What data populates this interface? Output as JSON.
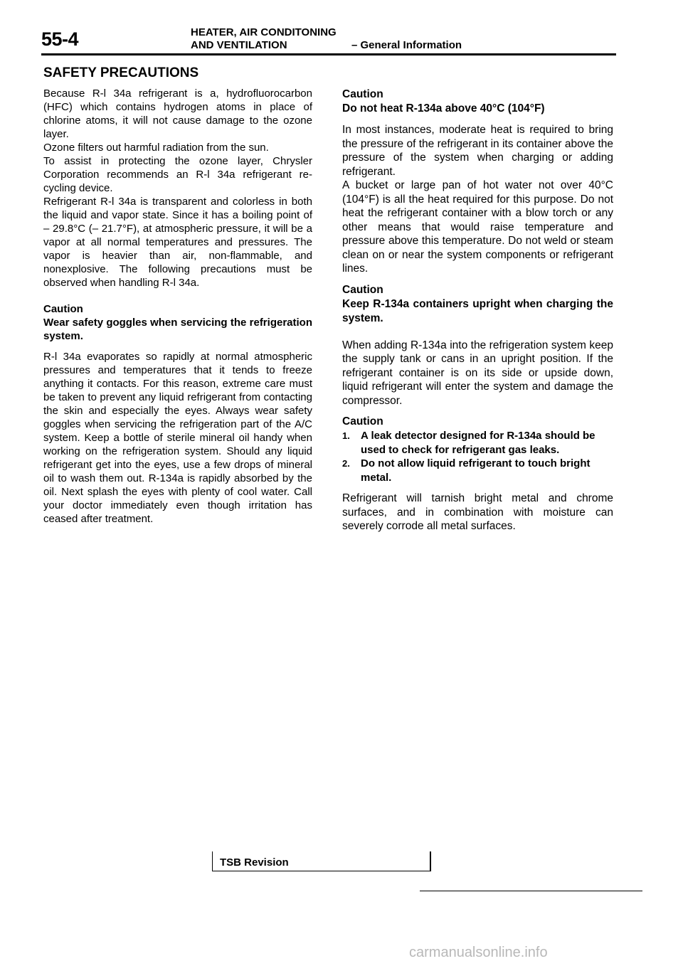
{
  "header": {
    "page_number": "55-4",
    "title_line1": "HEATER, AIR CONDITONING",
    "title_line2": "AND VENTILATION",
    "section": "– General Information"
  },
  "left_column": {
    "heading": "SAFETY PRECAUTIONS",
    "para1": "Because R-l 34a refrigerant is a, hydrofluorocarbon (HFC) which contains hydrogen atoms in place of chlorine atoms, it will not cause damage to the ozone layer.",
    "para2": "Ozone filters out harmful radiation from the sun.",
    "para3": "To assist in protecting the ozone layer, Chrysler Corporation recommends an R-l 34a refrigerant re-cycling device.",
    "para4": "Refrigerant R-l 34a is transparent and colorless in both the liquid and vapor state. Since it has a boiling point of – 29.8°C (– 21.7°F), at atmospheric pressure, it will be a vapor at all normal temperatures and pressures. The vapor is heavier than air, non-flammable, and nonexplosive. The following precautions must be observed when handling R-l 34a.",
    "caution_label": "Caution",
    "caution_text": "Wear safety goggles when servicing the refrigeration system.",
    "para5": "R-l 34a evaporates so rapidly at normal atmospheric pressures and temperatures that it tends to freeze anything it contacts. For this reason, extreme care must be taken to prevent any liquid refrigerant from contacting the skin and especially the eyes. Always wear safety goggles when servicing the refrigeration part of the A/C system. Keep a bottle of sterile mineral oil handy when working on the refrigeration system. Should any liquid refrigerant get into the eyes, use a few drops of mineral oil to wash them out. R-134a is rapidly absorbed by the oil. Next splash the eyes with plenty of cool water. Call your doctor immediately even though irritation has ceased after treatment."
  },
  "right_column": {
    "caution1_label": "Caution",
    "caution1_text": "Do not heat R-134a above 40°C (104°F)",
    "para1": "In most instances, moderate heat is required to bring the pressure of the refrigerant in its container above the pressure of the system when charging or adding refrigerant.",
    "para2": "A bucket or large pan of hot water not over 40°C (104°F) is all the heat required for this purpose. Do not heat the refrigerant container with a blow torch or any other means that would raise temperature and pressure above this temperature. Do not weld or steam clean on or near the system components or refrigerant lines.",
    "caution2_label": "Caution",
    "caution2_text": "Keep R-134a containers upright when charging the system.",
    "para3": "When adding R-134a into the refrigeration system keep the supply tank or cans in an upright position. If the refrigerant container is on its side or upside down, liquid refrigerant will enter the system and damage the compressor.",
    "caution3_label": "Caution",
    "caution3_items": [
      {
        "num": "1.",
        "text": "A leak detector designed for R-134a should be used to check for refrigerant gas leaks."
      },
      {
        "num": "2.",
        "text": "Do not allow liquid refrigerant to touch bright metal."
      }
    ],
    "para4": "Refrigerant will tarnish bright metal and chrome surfaces, and in combination with moisture can severely corrode all metal surfaces."
  },
  "footer": {
    "tsb_label": "TSB Revision",
    "watermark": "carmanualsonline.info"
  }
}
